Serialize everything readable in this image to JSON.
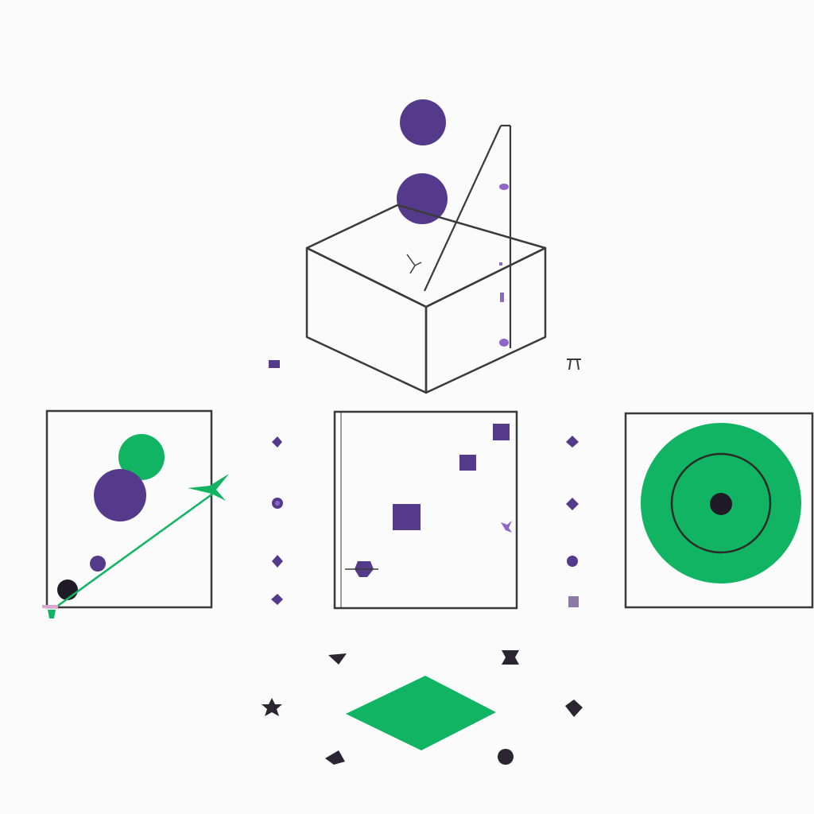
{
  "colors": {
    "background": "#fbfbfb",
    "stroke": "#3a3a3a",
    "purple": "#553a8c",
    "light_purple": "#8d66c8",
    "green": "#10b462",
    "dark": "#1f1a26"
  },
  "icons": {
    "top_spheres": "circle",
    "box": "isometric-box",
    "left_panel": "scatter-with-arrow",
    "middle_panel": "squares",
    "right_panel": "target",
    "bottom_shape": "diamond",
    "markers": "small-shapes"
  }
}
